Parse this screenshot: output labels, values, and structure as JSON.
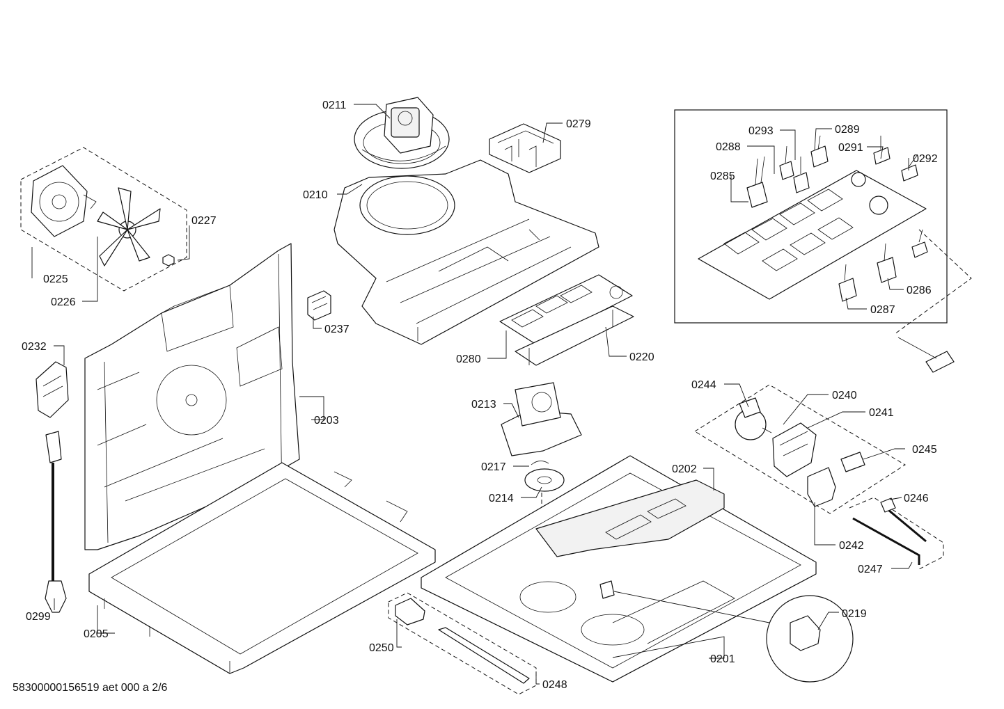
{
  "drawing": {
    "document_code": "58300000156519 aet 000 a 2/6",
    "callouts": [
      {
        "id": "0211"
      },
      {
        "id": "0279"
      },
      {
        "id": "0210"
      },
      {
        "id": "0225"
      },
      {
        "id": "0226"
      },
      {
        "id": "0227"
      },
      {
        "id": "0237"
      },
      {
        "id": "0232"
      },
      {
        "id": "0203"
      },
      {
        "id": "0280"
      },
      {
        "id": "0220"
      },
      {
        "id": "0293"
      },
      {
        "id": "0289"
      },
      {
        "id": "0288"
      },
      {
        "id": "0291"
      },
      {
        "id": "0292"
      },
      {
        "id": "0285"
      },
      {
        "id": "0286"
      },
      {
        "id": "0287"
      },
      {
        "id": "0213"
      },
      {
        "id": "0217"
      },
      {
        "id": "0214"
      },
      {
        "id": "0244"
      },
      {
        "id": "0240"
      },
      {
        "id": "0241"
      },
      {
        "id": "0245"
      },
      {
        "id": "0202"
      },
      {
        "id": "0246"
      },
      {
        "id": "0242"
      },
      {
        "id": "0247"
      },
      {
        "id": "0219"
      },
      {
        "id": "0299"
      },
      {
        "id": "0205"
      },
      {
        "id": "0250"
      },
      {
        "id": "0201"
      },
      {
        "id": "0248"
      }
    ]
  }
}
